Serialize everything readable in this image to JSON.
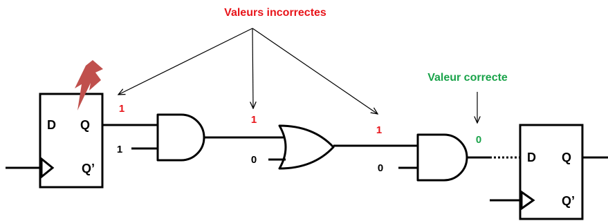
{
  "colors": {
    "incorrect": "#e8141a",
    "correct": "#1aa34a",
    "lightning": "#c0504d",
    "ink": "#000000"
  },
  "annotations": {
    "incorrect": "Valeurs incorrectes",
    "correct": "Valeur correcte"
  },
  "source_flipflop": {
    "d_label": "D",
    "q_label": "Q",
    "qn_label": "Q’",
    "fault_icon": "lightning-bolt-icon"
  },
  "dest_flipflop": {
    "d_label": "D",
    "q_label": "Q",
    "qn_label": "Q’"
  },
  "signals": {
    "q_output_value": "1",
    "and1_input_b": "1",
    "and1_output_value": "1",
    "or_input_b": "0",
    "or_output_value": "1",
    "and2_input_b": "0",
    "and2_output_value": "0"
  }
}
